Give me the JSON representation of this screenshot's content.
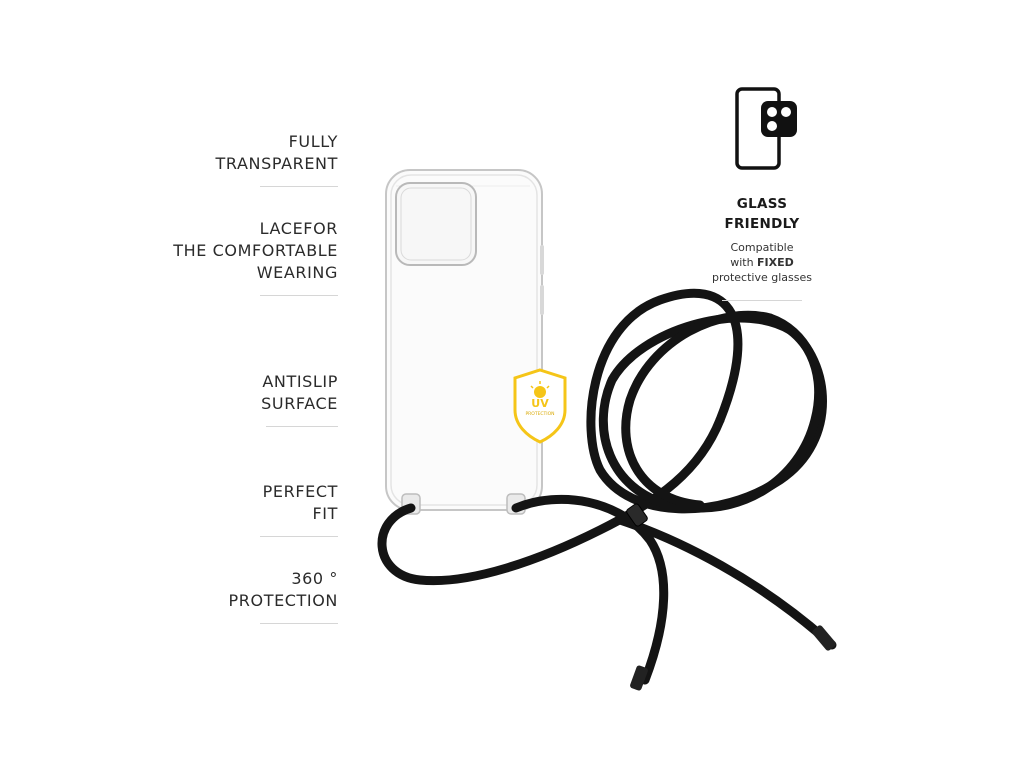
{
  "features": [
    {
      "lines": [
        "FULLY",
        "TRANSPARENT"
      ]
    },
    {
      "lines": [
        "LACEFOR",
        "THE COMFORTABLE",
        "WEARING"
      ]
    },
    {
      "lines": [
        "ANTISLIP",
        "SURFACE"
      ]
    },
    {
      "lines": [
        "PERFECT",
        "FIT"
      ]
    },
    {
      "lines": [
        "360 °",
        "PROTECTION"
      ]
    }
  ],
  "glass": {
    "icon": "phone-camera-glass-icon",
    "title_line1": "GLASS",
    "title_line2": "FRIENDLY",
    "desc_line1": "Compatible",
    "desc_prefix": "with",
    "desc_brand": "FIXED",
    "desc_line3": "protective glasses"
  },
  "uv_badge": {
    "label": "UV",
    "sublabel": "PROTECTION",
    "color": "#f5c518"
  },
  "colors": {
    "cord": "#141414",
    "case_outline": "#c9c9c9",
    "divider": "#d6d6d6"
  }
}
